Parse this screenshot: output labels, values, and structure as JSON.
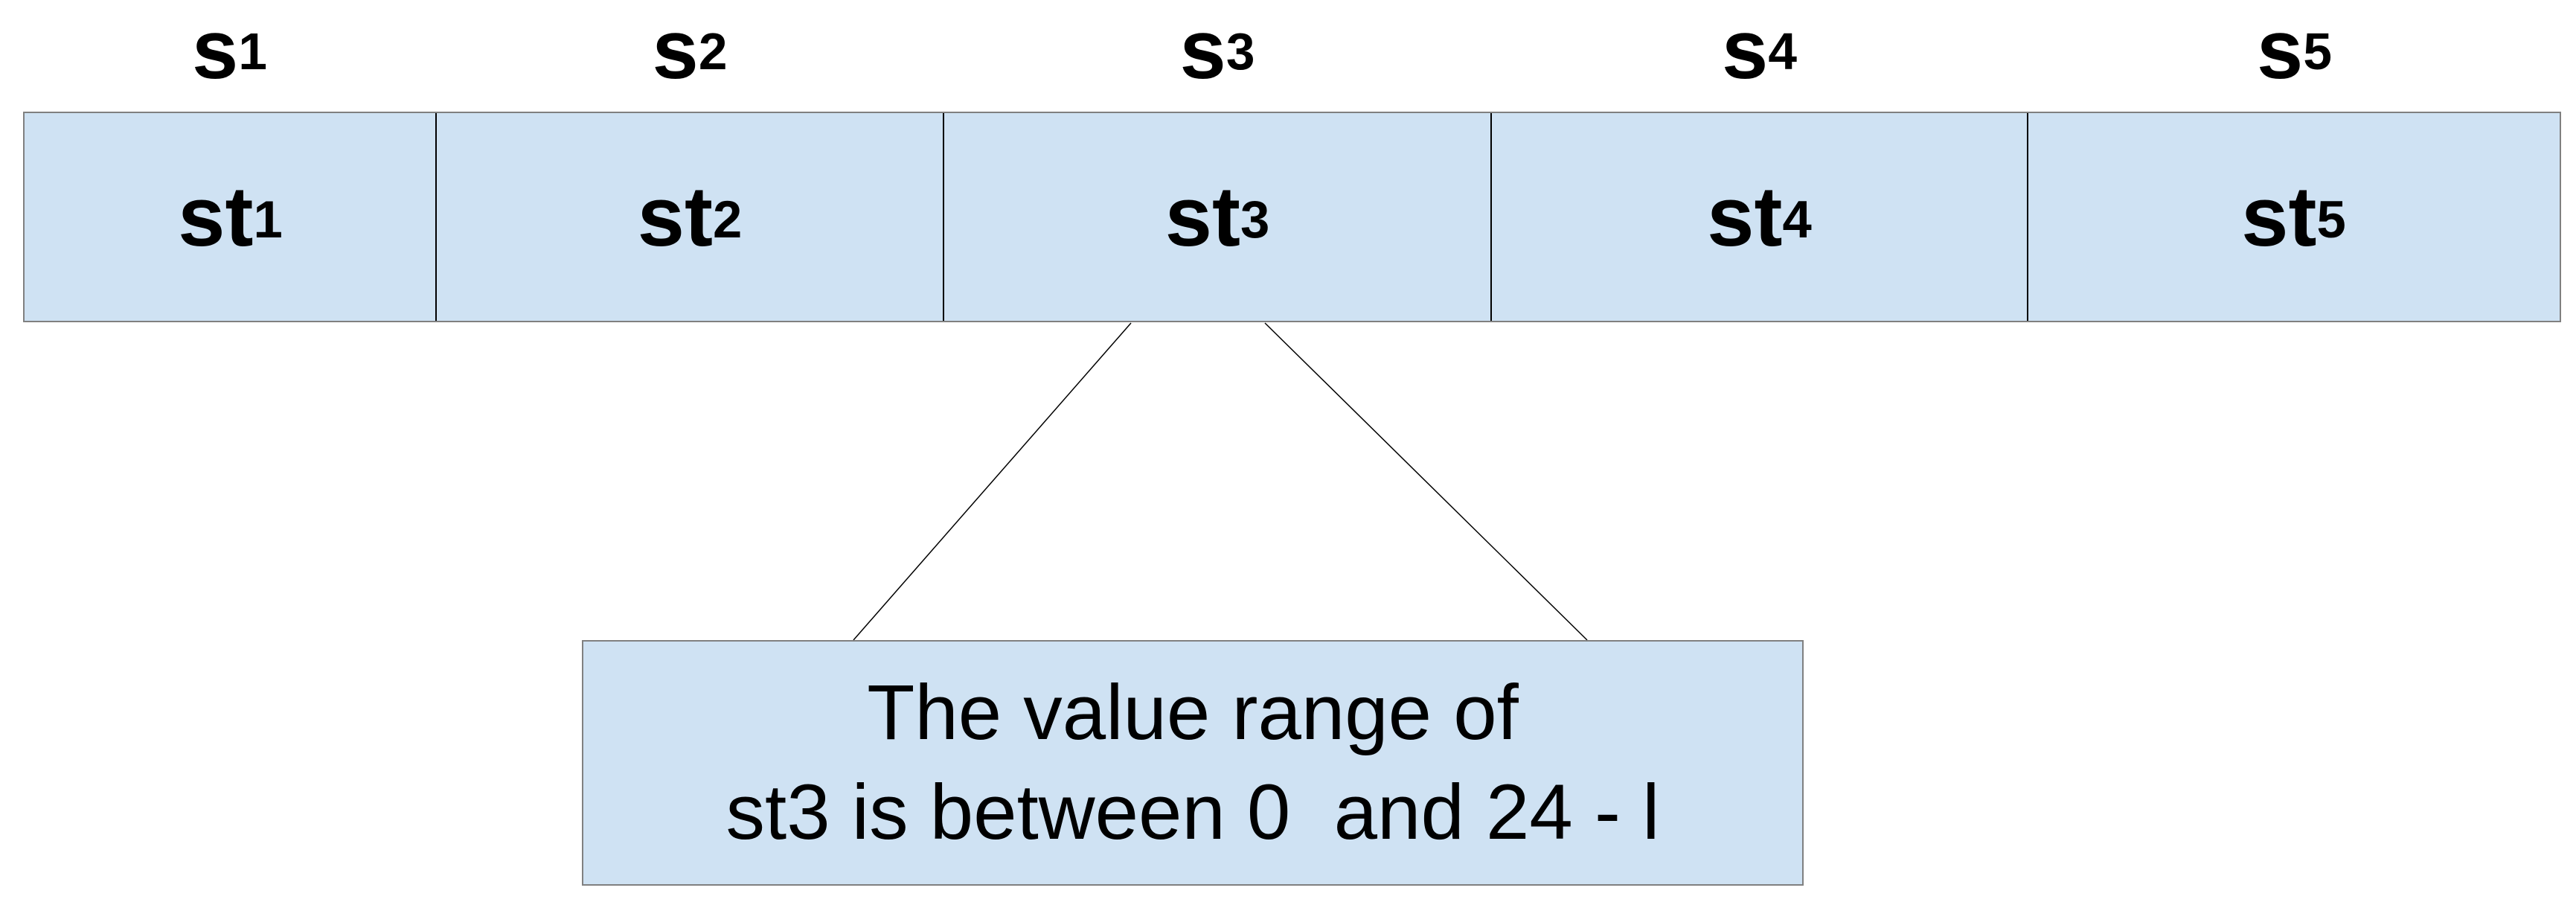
{
  "colors": {
    "fill": "#cfe2f3",
    "border": "#808080",
    "divider": "#000000",
    "connector": "#000000",
    "text": "#000000",
    "background": "#ffffff"
  },
  "segments": [
    {
      "top_label": {
        "base": "s",
        "sub": "1"
      },
      "cell_label": {
        "base": "st",
        "sub": "1"
      }
    },
    {
      "top_label": {
        "base": "s",
        "sub": "2"
      },
      "cell_label": {
        "base": "st",
        "sub": "2"
      }
    },
    {
      "top_label": {
        "base": "s",
        "sub": "3"
      },
      "cell_label": {
        "base": "st",
        "sub": "3"
      }
    },
    {
      "top_label": {
        "base": "s",
        "sub": "4"
      },
      "cell_label": {
        "base": "st",
        "sub": "4"
      }
    },
    {
      "top_label": {
        "base": "s",
        "sub": "5"
      },
      "cell_label": {
        "base": "st",
        "sub": "5"
      }
    }
  ],
  "callout": {
    "line1": "The value range of",
    "line2": "st3 is between 0  and 24 - l"
  }
}
